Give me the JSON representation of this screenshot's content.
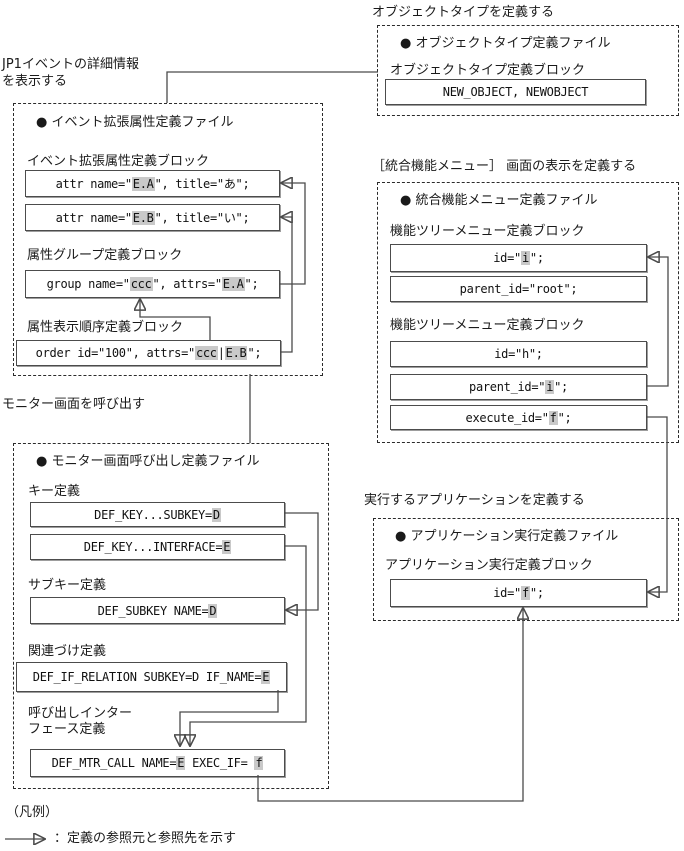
{
  "captions": {
    "object_type": "オブジェクトタイプを定義する",
    "jp1_line1": "JP1イベントの詳細情報",
    "jp1_line2": "を表示する",
    "menu": "［統合機能メニュー］ 画面の表示を定義する",
    "monitor": "モニター画面を呼び出す",
    "app": "実行するアプリケーションを定義する"
  },
  "object_type": {
    "file": "● オブジェクトタイプ定義ファイル",
    "block": "オブジェクトタイプ定義ブロック",
    "code": [
      {
        "t": "NEW_OBJECT, NEWOBJECT"
      }
    ]
  },
  "event": {
    "file": "● イベント拡張属性定義ファイル",
    "block1": "イベント拡張属性定義ブロック",
    "block2": "属性グループ定義ブロック",
    "block3": "属性表示順序定義ブロック",
    "attr_a": [
      {
        "t": "attr name=\""
      },
      {
        "t": "E.A",
        "hl": true
      },
      {
        "t": "\", title=\"あ\";"
      }
    ],
    "attr_b": [
      {
        "t": "attr name=\""
      },
      {
        "t": "E.B",
        "hl": true
      },
      {
        "t": "\", title=\"い\";"
      }
    ],
    "group": [
      {
        "t": "group name=\""
      },
      {
        "t": "ccc",
        "hl": true
      },
      {
        "t": "\", attrs=\""
      },
      {
        "t": "E.A",
        "hl": true
      },
      {
        "t": "\";"
      }
    ],
    "order": [
      {
        "t": "order id=\"100\", attrs=\""
      },
      {
        "t": "ccc",
        "hl": true
      },
      {
        "t": "|"
      },
      {
        "t": "E.B",
        "hl": true
      },
      {
        "t": "\";"
      }
    ]
  },
  "menu": {
    "file": "● 統合機能メニュー定義ファイル",
    "block1": "機能ツリーメニュー定義ブロック",
    "block2": "機能ツリーメニュー定義ブロック",
    "id_i": [
      {
        "t": "id=\""
      },
      {
        "t": "i",
        "hl": true
      },
      {
        "t": "\";"
      }
    ],
    "parent_root": [
      {
        "t": "parent_id=\"root\";"
      }
    ],
    "id_h": [
      {
        "t": "id=\"h\";"
      }
    ],
    "parent_i": [
      {
        "t": "parent_id=\""
      },
      {
        "t": "i",
        "hl": true
      },
      {
        "t": "\";"
      }
    ],
    "execute_f": [
      {
        "t": "execute_id=\""
      },
      {
        "t": "f",
        "hl": true
      },
      {
        "t": "\";"
      }
    ]
  },
  "monitor": {
    "file": "● モニター画面呼び出し定義ファイル",
    "key_label": "キー定義",
    "subkey_label": "サブキー定義",
    "relation_label": "関連づけ定義",
    "call_label1": "呼び出しインター",
    "call_label2": "フェース定義",
    "key1": [
      {
        "t": "DEF_KEY...SUBKEY="
      },
      {
        "t": "D",
        "hl": true
      }
    ],
    "key2": [
      {
        "t": "DEF_KEY...INTERFACE="
      },
      {
        "t": "E",
        "hl": true
      }
    ],
    "subkey": [
      {
        "t": "DEF_SUBKEY NAME="
      },
      {
        "t": "D",
        "hl": true
      }
    ],
    "relation": [
      {
        "t": "DEF_IF_RELATION SUBKEY=D IF_NAME="
      },
      {
        "t": "E",
        "hl": true
      }
    ],
    "call": [
      {
        "t": "DEF_MTR_CALL NAME="
      },
      {
        "t": "E",
        "hl": true
      },
      {
        "t": " EXEC_IF= "
      },
      {
        "t": "f",
        "hl": true
      }
    ]
  },
  "app": {
    "file": "● アプリケーション実行定義ファイル",
    "block": "アプリケーション実行定義ブロック",
    "id_f": [
      {
        "t": "id=\""
      },
      {
        "t": "f",
        "hl": true
      },
      {
        "t": "\";"
      }
    ]
  },
  "legend": {
    "title": "（凡例）",
    "text": "：定義の参照元と参照先を示す"
  }
}
